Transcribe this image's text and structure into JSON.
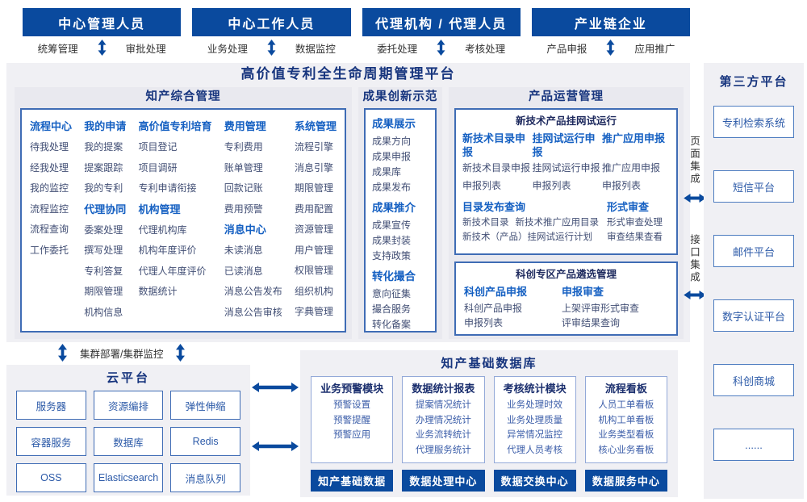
{
  "colors": {
    "primary_blue": "#0a4a9e",
    "panel_gray": "#f0f0f4",
    "section_gray": "#e9e9ef",
    "navy_title": "#17357e",
    "menu_header_blue": "#1560c2",
    "menu_item_text": "#414e74",
    "module_item_blue": "#3c5ea9"
  },
  "roles": [
    {
      "title": "中心管理人员",
      "left": "统筹管理",
      "right": "审批处理"
    },
    {
      "title": "中心工作人员",
      "left": "业务处理",
      "right": "数据监控"
    },
    {
      "title": "代理机构 / 代理人员",
      "left": "委托处理",
      "right": "考核处理"
    },
    {
      "title": "产业链企业",
      "left": "产品申报",
      "right": "应用推广"
    }
  ],
  "platform": {
    "title": "高价值专利全生命周期管理平台",
    "ip": {
      "title": "知产综合管理",
      "columns": [
        {
          "groups": [
            {
              "header": "流程中心",
              "items": [
                "待我处理",
                "经我处理",
                "我的监控",
                "流程监控",
                "流程查询",
                "工作委托"
              ]
            }
          ]
        },
        {
          "groups": [
            {
              "header": "我的申请",
              "items": [
                "我的提案",
                "提案跟踪",
                "我的专利"
              ]
            },
            {
              "header": "代理协同",
              "items": [
                "委案处理",
                "撰写处理",
                "专利答复",
                "期限管理",
                "机构信息"
              ]
            }
          ]
        },
        {
          "groups": [
            {
              "header": "高价值专利培育",
              "items": [
                "项目登记",
                "项目调研",
                "专利申请衔接"
              ]
            },
            {
              "header": "机构管理",
              "items": [
                "代理机构库",
                "机构年度评价",
                "代理人年度评价",
                "数据统计"
              ]
            }
          ]
        },
        {
          "groups": [
            {
              "header": "费用管理",
              "items": [
                "专利费用",
                "账单管理",
                "回款记账",
                "费用预警"
              ]
            },
            {
              "header": "消息中心",
              "items": [
                "未读消息",
                "已读消息",
                "消息公告发布",
                "消息公告审核"
              ]
            }
          ]
        },
        {
          "groups": [
            {
              "header": "系统管理",
              "items": [
                "流程引擎",
                "消息引擎",
                "期限管理",
                "费用配置",
                "资源管理",
                "用户管理",
                "权限管理",
                "组织机构",
                "字典管理"
              ]
            }
          ]
        }
      ]
    },
    "innovation": {
      "title": "成果创新示范",
      "groups": [
        {
          "header": "成果展示",
          "items": [
            "成果方向",
            "成果申报",
            "成果库",
            "成果发布"
          ]
        },
        {
          "header": "成果推介",
          "items": [
            "成果宣传",
            "成果封装",
            "支持政策"
          ]
        },
        {
          "header": "转化撮合",
          "items": [
            "意向征集",
            "撮合服务",
            "转化备案"
          ]
        }
      ]
    },
    "ops": {
      "title": "产品运营管理",
      "trial": {
        "title": "新技术产品挂网试运行",
        "columns": [
          {
            "header": "新技术目录申报",
            "items": [
              "新技术目录申报",
              "申报列表"
            ]
          },
          {
            "header": "挂网试运行申报",
            "items": [
              "挂网试运行申报",
              "申报列表"
            ]
          },
          {
            "header": "推广应用申报",
            "items": [
              "推广应用申报",
              "申报列表"
            ]
          }
        ],
        "catalog": {
          "header": "目录发布查询",
          "line1a": "新技术目录",
          "line1b": "新技术推广应用目录",
          "line2": "新技术（产品）挂网试运行计划"
        },
        "review": {
          "header": "形式审查",
          "items": [
            "形式审查处理",
            "审查结果查看"
          ]
        }
      },
      "selection": {
        "title": "科创专区产品遴选管理",
        "columns": [
          {
            "header": "科创产品申报",
            "items": [
              "科创产品申报",
              "申报列表"
            ]
          },
          {
            "header": "申报审查",
            "items": [
              "上架评审形式审查",
              "评审结果查询"
            ]
          }
        ]
      }
    }
  },
  "connectors": {
    "page_integration": "页面集成",
    "api_integration": "接口集成",
    "cluster": "集群部署/集群监控"
  },
  "third_party": {
    "title": "第三方平台",
    "boxes": [
      "专利检索系统",
      "短信平台",
      "邮件平台",
      "数字认证平台",
      "科创商城",
      "......"
    ]
  },
  "cloud": {
    "title": "云平台",
    "cells": [
      "服务器",
      "资源编排",
      "弹性伸缩",
      "容器服务",
      "数据库",
      "Redis",
      "OSS",
      "Elasticsearch",
      "消息队列"
    ]
  },
  "database": {
    "title": "知产基础数据库",
    "modules": [
      {
        "header": "业务预警模块",
        "items": [
          "预警设置",
          "预警提醒",
          "预警应用"
        ]
      },
      {
        "header": "数据统计报表",
        "items": [
          "提案情况统计",
          "办理情况统计",
          "业务流转统计",
          "代理服务统计"
        ]
      },
      {
        "header": "考核统计模块",
        "items": [
          "业务处理时效",
          "业务处理质量",
          "异常情况监控",
          "代理人员考核"
        ]
      },
      {
        "header": "流程看板",
        "items": [
          "人员工单看板",
          "机构工单看板",
          "业务类型看板",
          "核心业务看板"
        ]
      }
    ],
    "footers": [
      "知产基础数据",
      "数据处理中心",
      "数据交换中心",
      "数据服务中心"
    ]
  }
}
